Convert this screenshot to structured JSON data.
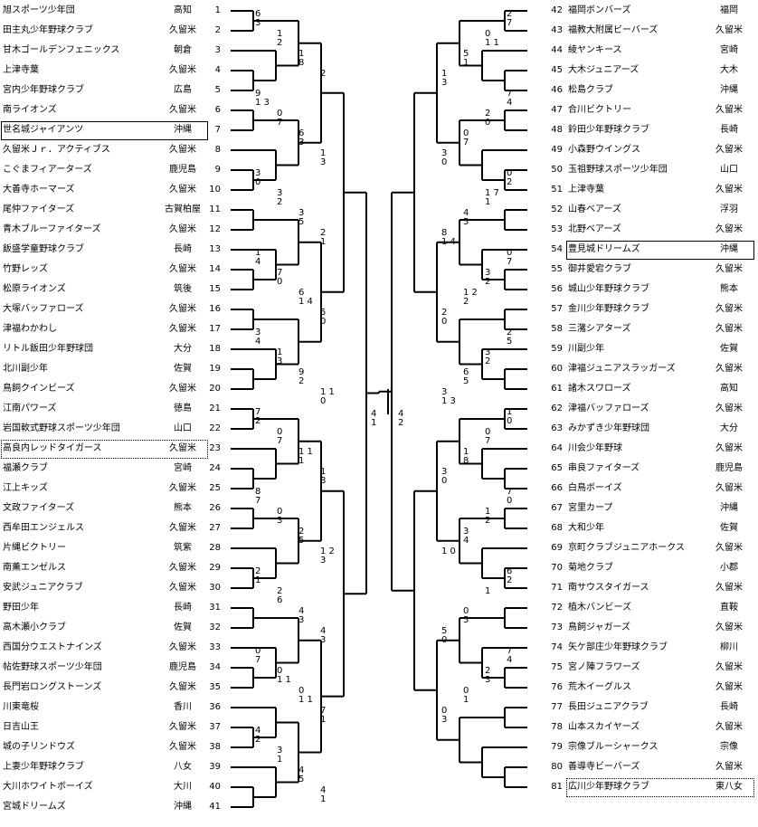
{
  "left_teams": [
    {
      "num": "1",
      "name": "旭スポーツ少年団",
      "pref": "高知"
    },
    {
      "num": "2",
      "name": "田主丸少年野球クラブ",
      "pref": "久留米"
    },
    {
      "num": "3",
      "name": "甘木ゴールデンフェニックス",
      "pref": "朝倉"
    },
    {
      "num": "4",
      "name": "上津寺葉",
      "pref": "久留米"
    },
    {
      "num": "5",
      "name": "宮内少年野球クラブ",
      "pref": "広島"
    },
    {
      "num": "6",
      "name": "南ライオンズ",
      "pref": "久留米"
    },
    {
      "num": "7",
      "name": "世名城ジャイアンツ",
      "pref": "沖縄"
    },
    {
      "num": "8",
      "name": "久留米Ｊｒ．アクティブス",
      "pref": "久留米"
    },
    {
      "num": "9",
      "name": "こぐまフィアーターズ",
      "pref": "鹿児島"
    },
    {
      "num": "10",
      "name": "大善寺ホーマーズ",
      "pref": "久留米"
    },
    {
      "num": "11",
      "name": "尾仲ファイターズ",
      "pref": "古賀柏屋"
    },
    {
      "num": "12",
      "name": "青木ブルーファイターズ",
      "pref": "久留米"
    },
    {
      "num": "13",
      "name": "飯盛学童野球クラブ",
      "pref": "長崎"
    },
    {
      "num": "14",
      "name": "竹野レッズ",
      "pref": "久留米"
    },
    {
      "num": "15",
      "name": "松原ライオンズ",
      "pref": "筑後"
    },
    {
      "num": "16",
      "name": "大塚バッファローズ",
      "pref": "久留米"
    },
    {
      "num": "17",
      "name": "津福わかわし",
      "pref": "久留米"
    },
    {
      "num": "18",
      "name": "リトル飯田少年野球団",
      "pref": "大分"
    },
    {
      "num": "19",
      "name": "北川副少年",
      "pref": "佐賀"
    },
    {
      "num": "20",
      "name": "鳥飼クインビーズ",
      "pref": "久留米"
    },
    {
      "num": "21",
      "name": "江南パワーズ",
      "pref": "徳島"
    },
    {
      "num": "22",
      "name": "岩国軟式野球スポーツ少年団",
      "pref": "山口"
    },
    {
      "num": "23",
      "name": "高良内レッドタイガース",
      "pref": "久留米"
    },
    {
      "num": "24",
      "name": "福瀬クラブ",
      "pref": "宮崎"
    },
    {
      "num": "25",
      "name": "江上キッズ",
      "pref": "久留米"
    },
    {
      "num": "26",
      "name": "文政ファイターズ",
      "pref": "熊本"
    },
    {
      "num": "27",
      "name": "西牟田エンジェルス",
      "pref": "久留米"
    },
    {
      "num": "28",
      "name": "片縄ビクトリー",
      "pref": "筑紫"
    },
    {
      "num": "29",
      "name": "南薫エンゼルス",
      "pref": "久留米"
    },
    {
      "num": "30",
      "name": "安武ジュニアクラブ",
      "pref": "久留米"
    },
    {
      "num": "31",
      "name": "野田少年",
      "pref": "長崎"
    },
    {
      "num": "32",
      "name": "高木瀬小クラブ",
      "pref": "佐賀"
    },
    {
      "num": "33",
      "name": "西国分ウエストナインズ",
      "pref": "久留米"
    },
    {
      "num": "34",
      "name": "帖佐野球スポーツ少年団",
      "pref": "鹿児島"
    },
    {
      "num": "35",
      "name": "長門岩ロングストーンズ",
      "pref": "久留米"
    },
    {
      "num": "36",
      "name": "川東竜桜",
      "pref": "香川"
    },
    {
      "num": "37",
      "name": "日吉山王",
      "pref": "久留米"
    },
    {
      "num": "38",
      "name": "城の子リンドウズ",
      "pref": "久留米"
    },
    {
      "num": "39",
      "name": "上妻少年野球クラブ",
      "pref": "八女"
    },
    {
      "num": "40",
      "name": "大川ホワイトボーイズ",
      "pref": "大川"
    },
    {
      "num": "41",
      "name": "宮城ドリームズ",
      "pref": "沖縄"
    }
  ],
  "right_teams": [
    {
      "num": "42",
      "name": "福岡ボンバーズ",
      "pref": "福岡"
    },
    {
      "num": "43",
      "name": "福教大附属ビーバーズ",
      "pref": "久留米"
    },
    {
      "num": "44",
      "name": "綾ヤンキース",
      "pref": "宮崎"
    },
    {
      "num": "45",
      "name": "大木ジュニアーズ",
      "pref": "大木"
    },
    {
      "num": "46",
      "name": "松島クラブ",
      "pref": "沖縄"
    },
    {
      "num": "47",
      "name": "合川ビクトリー",
      "pref": "久留米"
    },
    {
      "num": "48",
      "name": "鈴田少年野球クラブ",
      "pref": "長崎"
    },
    {
      "num": "49",
      "name": "小森野ウイングス",
      "pref": "久留米"
    },
    {
      "num": "50",
      "name": "玉祖野球スポーツ少年団",
      "pref": "山口"
    },
    {
      "num": "51",
      "name": "上津寺葉",
      "pref": "久留米"
    },
    {
      "num": "52",
      "name": "山春ベアーズ",
      "pref": "浮羽"
    },
    {
      "num": "53",
      "name": "北野ベアーズ",
      "pref": "久留米"
    },
    {
      "num": "54",
      "name": "豊見城ドリームズ",
      "pref": "沖縄"
    },
    {
      "num": "55",
      "name": "御井愛宕クラブ",
      "pref": "久留米"
    },
    {
      "num": "56",
      "name": "城山少年野球クラブ",
      "pref": "熊本"
    },
    {
      "num": "57",
      "name": "金川少年野球クラブ",
      "pref": "久留米"
    },
    {
      "num": "58",
      "name": "三潴シアターズ",
      "pref": "久留米"
    },
    {
      "num": "59",
      "name": "川副少年",
      "pref": "佐賀"
    },
    {
      "num": "60",
      "name": "津福ジュニアスラッガーズ",
      "pref": "久留米"
    },
    {
      "num": "61",
      "name": "諸木スワローズ",
      "pref": "高知"
    },
    {
      "num": "62",
      "name": "津福バッファローズ",
      "pref": "久留米"
    },
    {
      "num": "63",
      "name": "みかずき少年野球団",
      "pref": "大分"
    },
    {
      "num": "64",
      "name": "川会少年野球",
      "pref": "久留米"
    },
    {
      "num": "65",
      "name": "串良ファイターズ",
      "pref": "鹿児島"
    },
    {
      "num": "66",
      "name": "白鳥ボーイズ",
      "pref": "久留米"
    },
    {
      "num": "67",
      "name": "宮里カープ",
      "pref": "沖縄"
    },
    {
      "num": "68",
      "name": "大和少年",
      "pref": "佐賀"
    },
    {
      "num": "69",
      "name": "京町クラブジュニアホークス",
      "pref": "久留米"
    },
    {
      "num": "70",
      "name": "菊地クラブ",
      "pref": "小郡"
    },
    {
      "num": "71",
      "name": "南サウスタイガース",
      "pref": "久留米"
    },
    {
      "num": "72",
      "name": "植木バンビーズ",
      "pref": "直鞍"
    },
    {
      "num": "73",
      "name": "鳥飼ジャガーズ",
      "pref": "久留米"
    },
    {
      "num": "74",
      "name": "矢ケ部庄少年野球クラブ",
      "pref": "柳川"
    },
    {
      "num": "75",
      "name": "宮ノ陣フラワーズ",
      "pref": "久留米"
    },
    {
      "num": "76",
      "name": "荒木イーグルス",
      "pref": "久留米"
    },
    {
      "num": "77",
      "name": "長田ジュニアクラブ",
      "pref": "長崎"
    },
    {
      "num": "78",
      "name": "山本スカイヤーズ",
      "pref": "久留米"
    },
    {
      "num": "79",
      "name": "宗像ブルーシャークス",
      "pref": "宗像"
    },
    {
      "num": "80",
      "name": "善導寺ビーバーズ",
      "pref": "久留米"
    },
    {
      "num": "81",
      "name": "広川少年野球クラブ",
      "pref": "東八女"
    }
  ],
  "left_scores": [
    {
      "a": "6",
      "b": "3"
    },
    {
      "a": "1",
      "b": "2"
    },
    {
      "a": "1",
      "b": "8"
    },
    {
      "a": "2",
      "b": ""
    },
    {
      "a": "9",
      "b": "1 3"
    },
    {
      "a": "0",
      "b": "7"
    },
    {
      "a": "6",
      "b": "3"
    },
    {
      "a": "1",
      "b": "3"
    },
    {
      "a": "3",
      "b": "0"
    },
    {
      "a": "3",
      "b": "2"
    },
    {
      "a": "3",
      "b": "5"
    },
    {
      "a": "2",
      "b": "1"
    },
    {
      "a": "1",
      "b": "4"
    },
    {
      "a": "7",
      "b": "0"
    },
    {
      "a": "6",
      "b": "1 4"
    },
    {
      "a": "5",
      "b": "0"
    },
    {
      "a": "3",
      "b": "4"
    },
    {
      "a": "1",
      "b": "3"
    },
    {
      "a": "9",
      "b": "2"
    },
    {
      "a": "1 1",
      "b": "0"
    },
    {
      "a": "7",
      "b": "2"
    },
    {
      "a": "0",
      "b": "7"
    },
    {
      "a": "1 1",
      "b": "1"
    },
    {
      "a": "1",
      "b": "8"
    },
    {
      "a": "8",
      "b": "7"
    },
    {
      "a": "0",
      "b": "3"
    },
    {
      "a": "2",
      "b": "5"
    },
    {
      "a": "1 2",
      "b": "3"
    },
    {
      "a": "2",
      "b": "1"
    },
    {
      "a": "2",
      "b": "6"
    },
    {
      "a": "4",
      "b": "3"
    },
    {
      "a": "4",
      "b": "3"
    },
    {
      "a": "0",
      "b": "7"
    },
    {
      "a": "0",
      "b": "1 1"
    },
    {
      "a": "0",
      "b": "1 1"
    },
    {
      "a": "7",
      "b": "1"
    },
    {
      "a": "4",
      "b": "2"
    },
    {
      "a": "3",
      "b": "1"
    },
    {
      "a": "4",
      "b": "5"
    },
    {
      "a": "4",
      "b": "1"
    }
  ],
  "right_scores": [
    {
      "a": "2",
      "b": "7"
    },
    {
      "a": "0",
      "b": "1 1"
    },
    {
      "a": "5",
      "b": "1"
    },
    {
      "a": "1",
      "b": "3"
    },
    {
      "a": "7",
      "b": "4"
    },
    {
      "a": "2",
      "b": "0"
    },
    {
      "a": "0",
      "b": "7"
    },
    {
      "a": "3",
      "b": "0"
    },
    {
      "a": "0",
      "b": "2"
    },
    {
      "a": "1 7",
      "b": "1"
    },
    {
      "a": "4",
      "b": "5"
    },
    {
      "a": "8",
      "b": "1 4"
    },
    {
      "a": "0",
      "b": "7"
    },
    {
      "a": "3",
      "b": "2"
    },
    {
      "a": "1 2",
      "b": "2"
    },
    {
      "a": "2",
      "b": "0"
    },
    {
      "a": "2",
      "b": "5"
    },
    {
      "a": "3",
      "b": "2"
    },
    {
      "a": "6",
      "b": "5"
    },
    {
      "a": "3",
      "b": "1 3"
    },
    {
      "a": "1",
      "b": "0"
    },
    {
      "a": "0",
      "b": "7"
    },
    {
      "a": "1",
      "b": "8"
    },
    {
      "a": "3",
      "b": "0"
    },
    {
      "a": "7",
      "b": "0"
    },
    {
      "a": "1",
      "b": "2"
    },
    {
      "a": "3",
      "b": "4"
    },
    {
      "a": "1 0",
      "b": ""
    },
    {
      "a": "6",
      "b": "2"
    },
    {
      "a": "1",
      "b": ""
    },
    {
      "a": "0",
      "b": "5"
    },
    {
      "a": "5",
      "b": "0"
    },
    {
      "a": "7",
      "b": "4"
    },
    {
      "a": "2",
      "b": "3"
    },
    {
      "a": "0",
      "b": "1"
    },
    {
      "a": "0",
      "b": "3"
    }
  ],
  "final_scores": {
    "left": "4",
    "left_b": "1",
    "right": "4",
    "right_b": "2"
  },
  "colors": {
    "line": "#000000",
    "background": "#ffffff"
  }
}
